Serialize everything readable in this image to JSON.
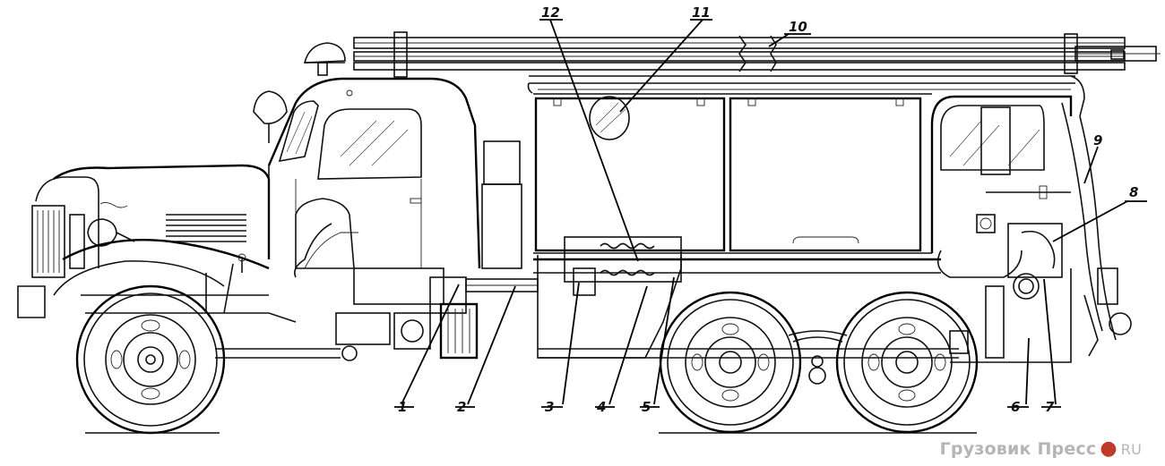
{
  "diagram": {
    "callouts": [
      {
        "id": "1",
        "text": "1"
      },
      {
        "id": "2",
        "text": "2"
      },
      {
        "id": "3",
        "text": "3"
      },
      {
        "id": "4",
        "text": "4"
      },
      {
        "id": "5",
        "text": "5"
      },
      {
        "id": "6",
        "text": "6"
      },
      {
        "id": "7",
        "text": "7"
      },
      {
        "id": "8",
        "text": "8"
      },
      {
        "id": "9",
        "text": "9"
      },
      {
        "id": "10",
        "text": "10"
      },
      {
        "id": "11",
        "text": "11"
      },
      {
        "id": "12",
        "text": "12"
      }
    ]
  },
  "watermark": {
    "name": "Грузовик Пресс",
    "separator": "●",
    "domain": "RU"
  },
  "colors": {
    "ink": "#111111",
    "paper": "#ffffff",
    "watermark_text": "#b5b5b5",
    "watermark_dot": "#c0392b"
  }
}
